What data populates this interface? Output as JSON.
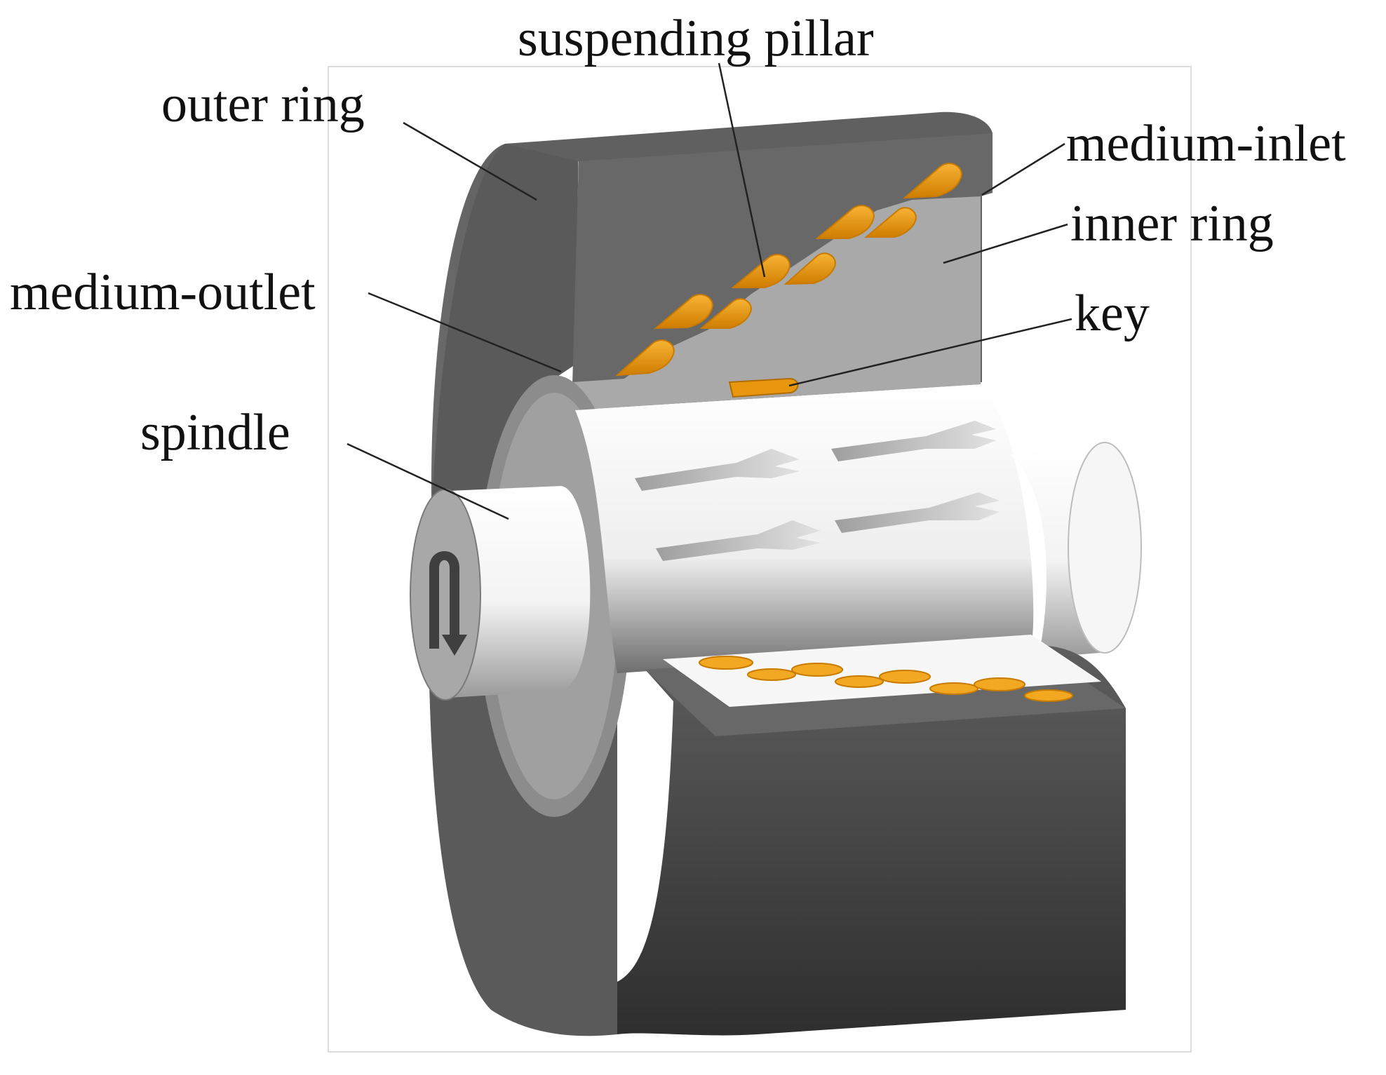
{
  "diagram": {
    "labels": {
      "suspending_pillar": "suspending pillar",
      "outer_ring": "outer ring",
      "medium_inlet": "medium-inlet",
      "inner_ring": "inner ring",
      "medium_outlet": "medium-outlet",
      "key": "key",
      "spindle": "spindle"
    },
    "colors": {
      "outer_ring_dark": "#3a3a3a",
      "outer_ring_mid": "#666666",
      "inner_ring": "#a7a7a7",
      "spindle": "#f4f4f4",
      "pillar": "#e8960c",
      "flow_arrow": "#a9a9a9",
      "leader_line": "#222222",
      "frame": "#dddddd"
    }
  }
}
